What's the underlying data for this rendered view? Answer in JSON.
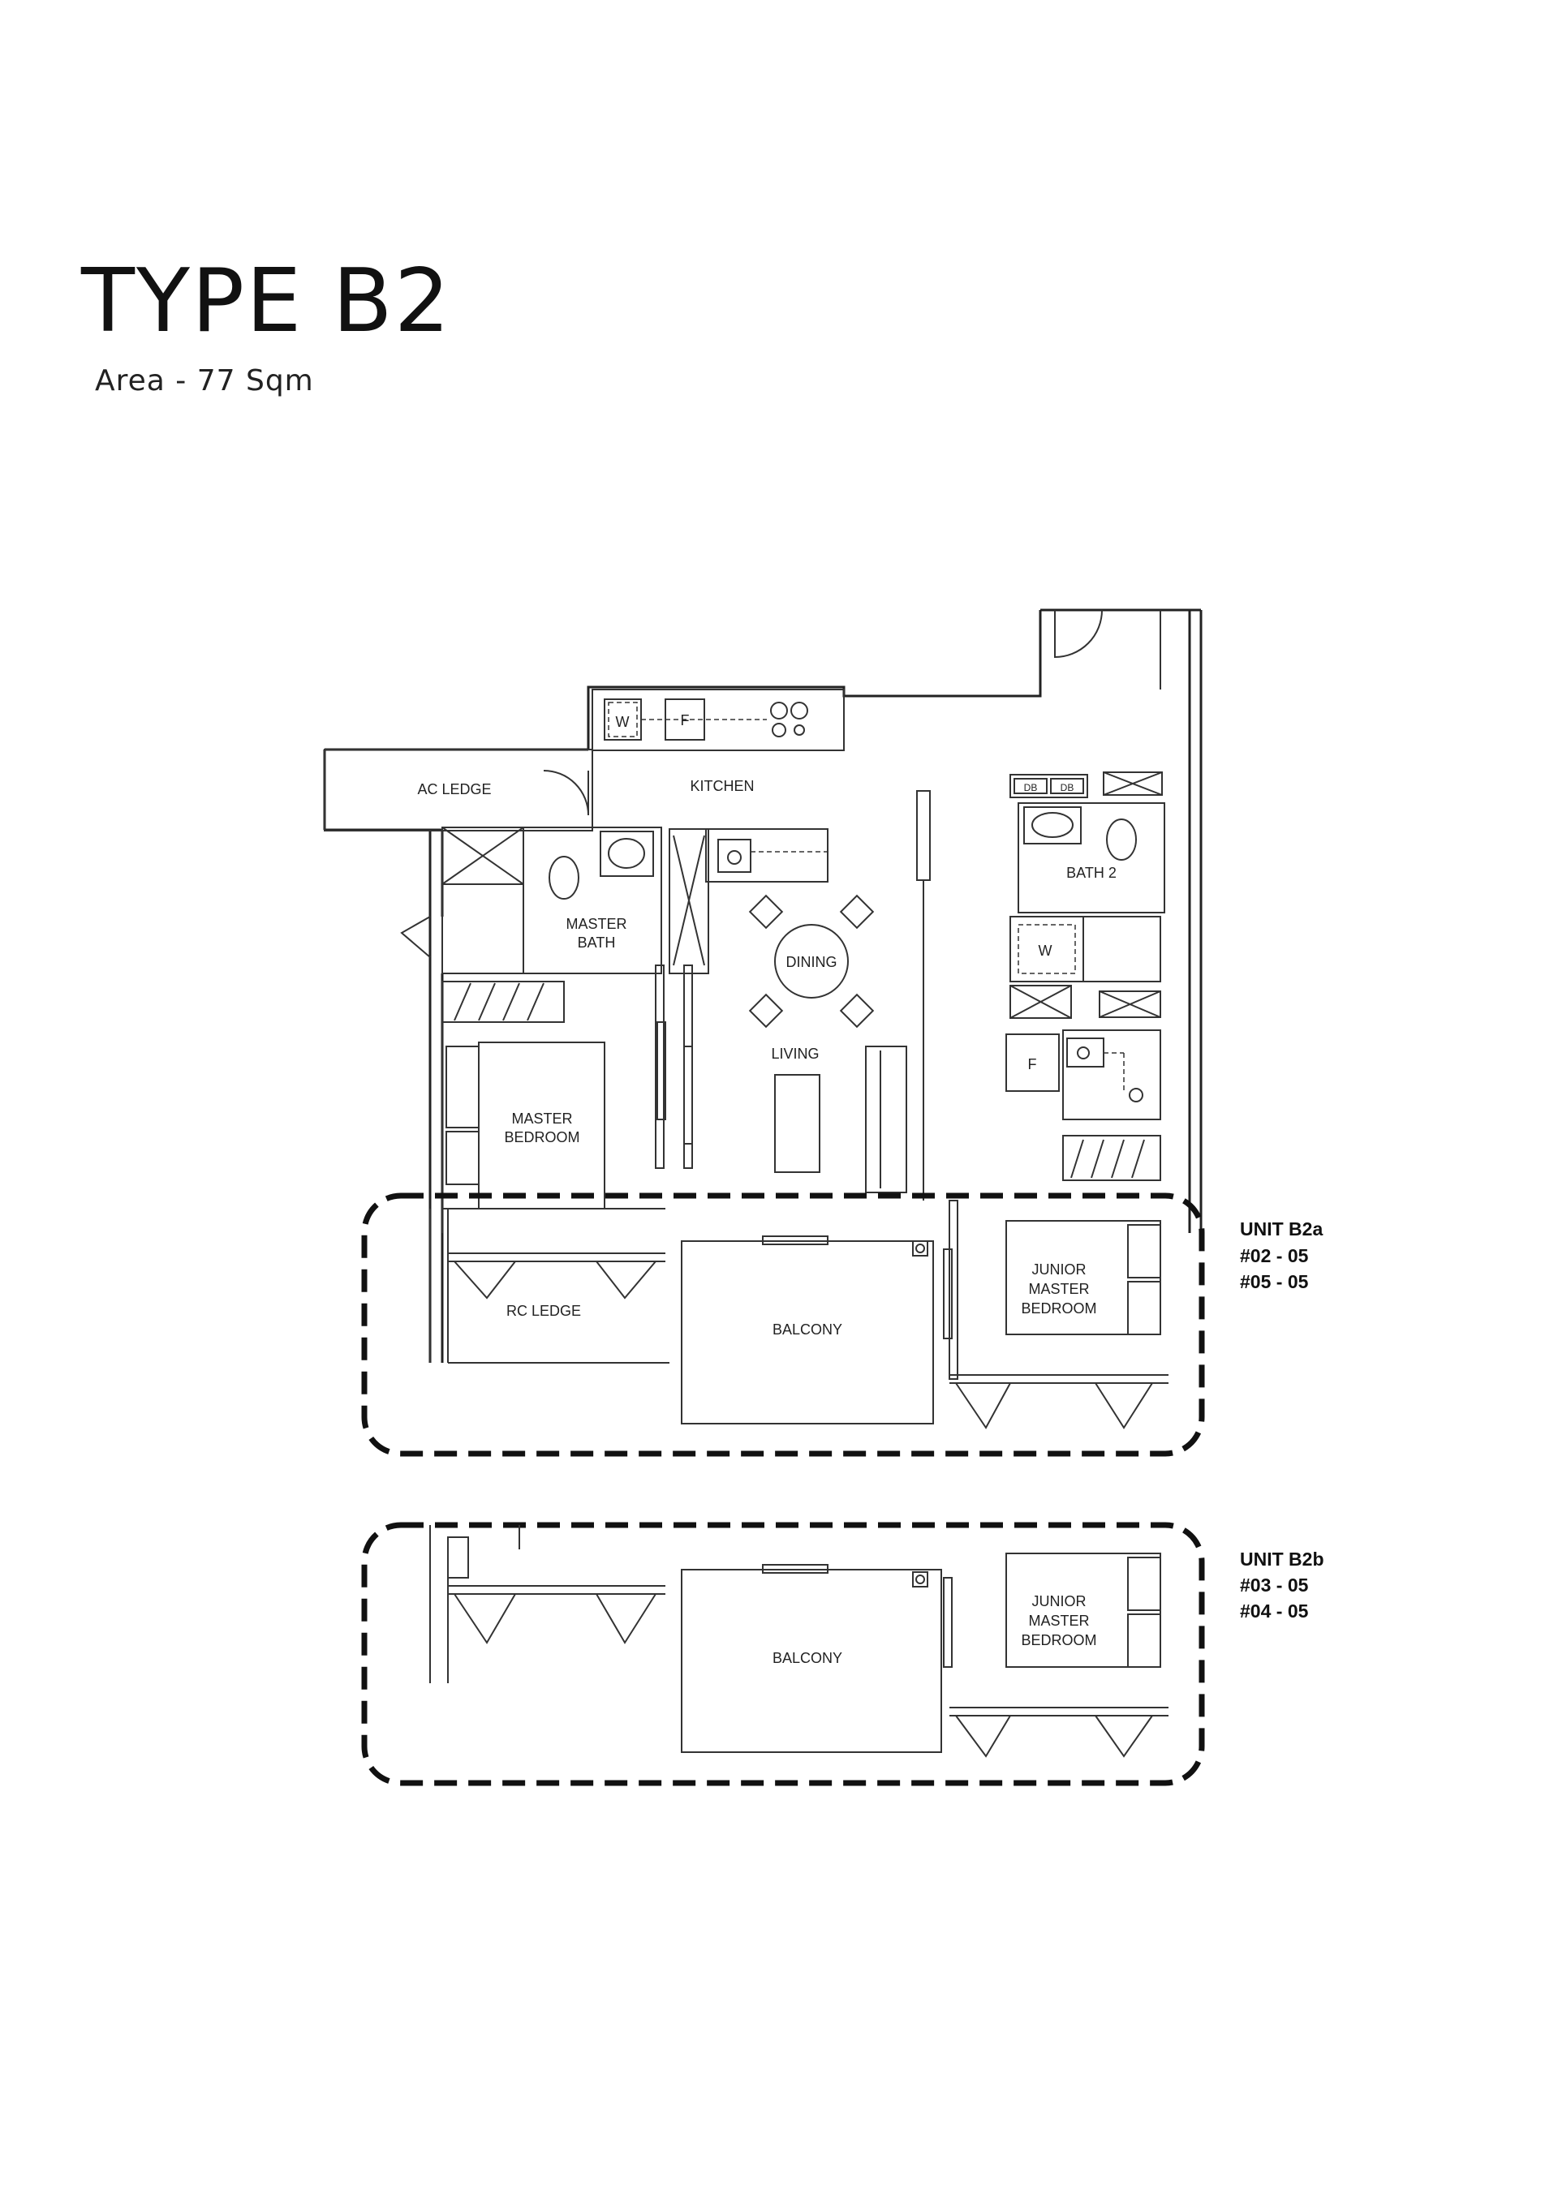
{
  "header": {
    "title": "TYPE B2",
    "area": "Area - 77 Sqm"
  },
  "rooms": {
    "ac_ledge": "AC LEDGE",
    "kitchen": "KITCHEN",
    "master_bath_1": "MASTER",
    "master_bath_2": "BATH",
    "dining": "DINING",
    "living": "LIVING",
    "master_bedroom_1": "MASTER",
    "master_bedroom_2": "BEDROOM",
    "bath_2": "BATH 2",
    "rc_ledge": "RC LEDGE",
    "balcony": "BALCONY",
    "junior_1": "JUNIOR",
    "junior_2": "MASTER",
    "junior_3": "BEDROOM"
  },
  "fixtures": {
    "washer": "W",
    "fridge": "F",
    "db": "DB"
  },
  "variants": [
    {
      "unit": "UNIT B2a",
      "floors": [
        "#02 - 05",
        "#05 - 05"
      ],
      "balcony": "BALCONY",
      "rc_ledge": "RC LEDGE",
      "junior": [
        "JUNIOR",
        "MASTER",
        "BEDROOM"
      ]
    },
    {
      "unit": "UNIT B2b",
      "floors": [
        "#03 - 05",
        "#04 - 05"
      ],
      "balcony": "BALCONY",
      "junior": [
        "JUNIOR",
        "MASTER",
        "BEDROOM"
      ]
    }
  ]
}
